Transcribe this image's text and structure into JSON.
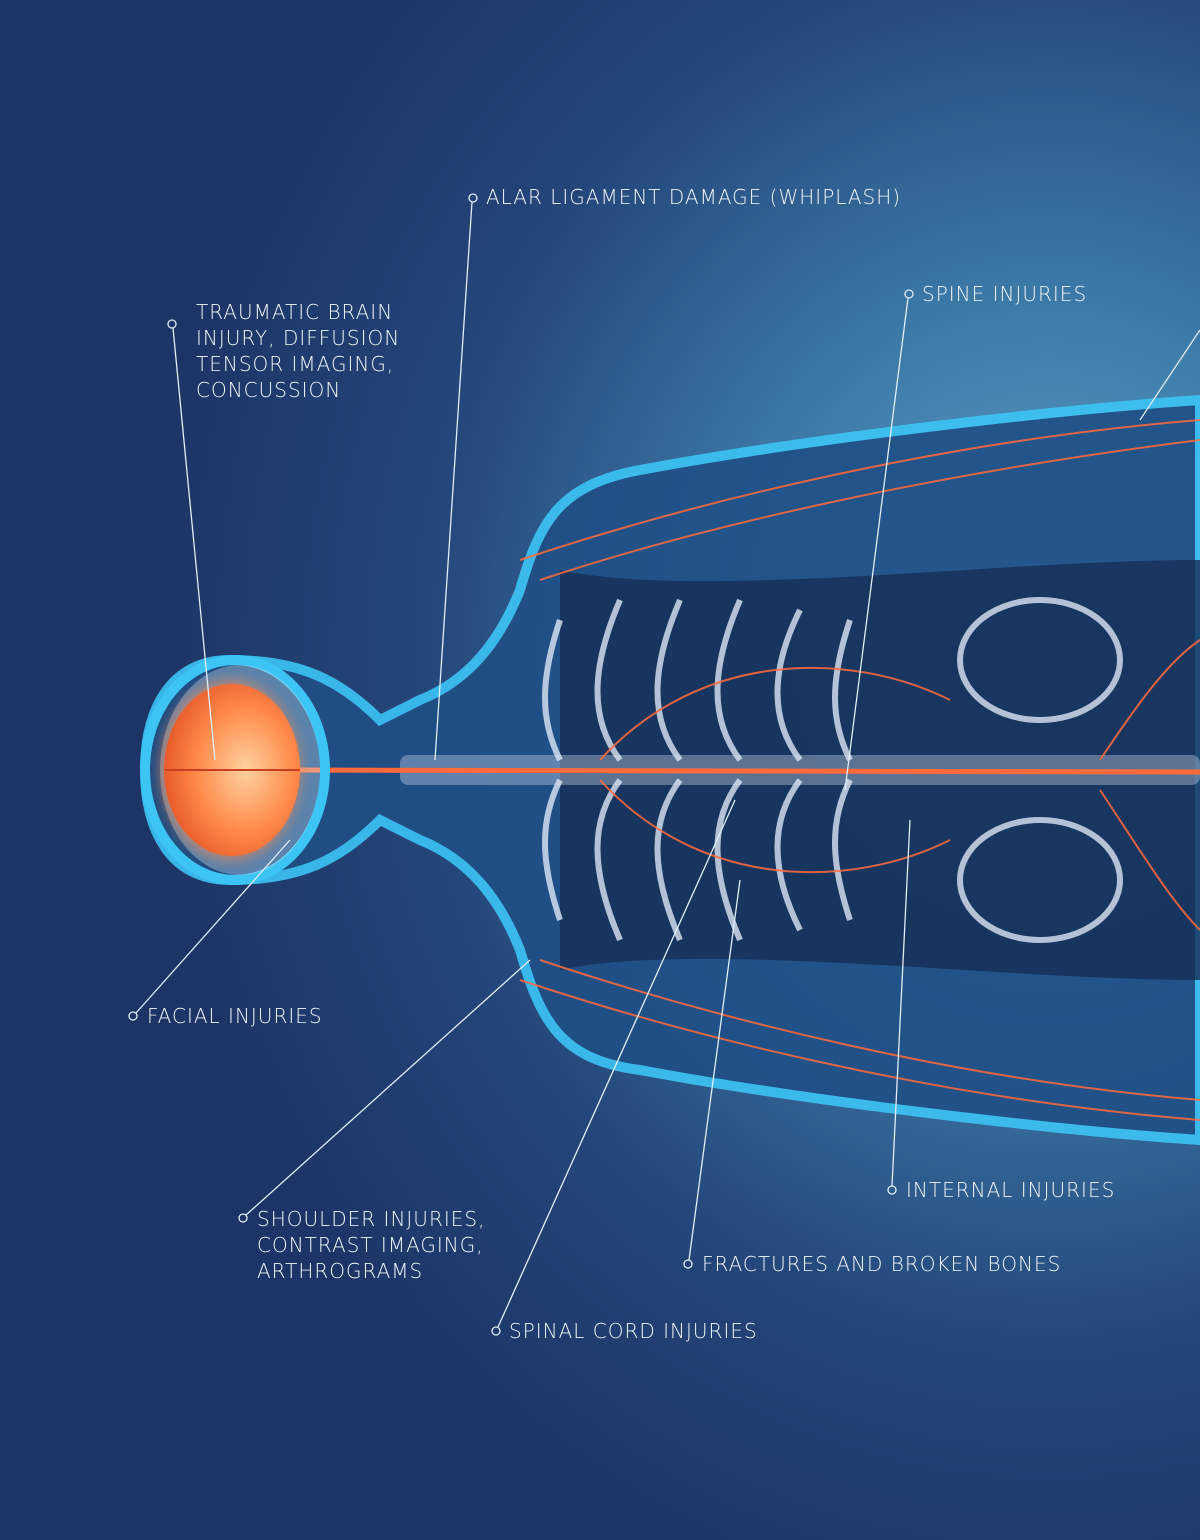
{
  "labels": {
    "alar": "ALAR LIGAMENT DAMAGE (WHIPLASH)",
    "tbi": "TRAUMATIC BRAIN\nINJURY, DIFFUSION\nTENSOR IMAGING,\nCONCUSSION",
    "spine": "SPINE INJURIES",
    "facial": "FACIAL INJURIES",
    "shoulder": "SHOULDER INJURIES,\nCONTRAST IMAGING,\nARTHROGRAMS",
    "spinal_cord": "SPINAL CORD INJURIES",
    "fractures": "FRACTURES AND BROKEN BONES",
    "internal": "INTERNAL INJURIES"
  },
  "colors": {
    "body": "#2aa6e0",
    "nerve": "#ff6a3d",
    "brain": "#ff8a4a",
    "line": "#dfeef7"
  }
}
